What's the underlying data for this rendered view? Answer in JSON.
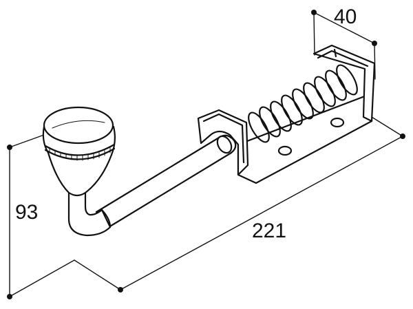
{
  "dimensions": {
    "depth": "40",
    "height": "93",
    "length": "221"
  },
  "colors": {
    "line": "#111111",
    "background": "#ffffff"
  }
}
